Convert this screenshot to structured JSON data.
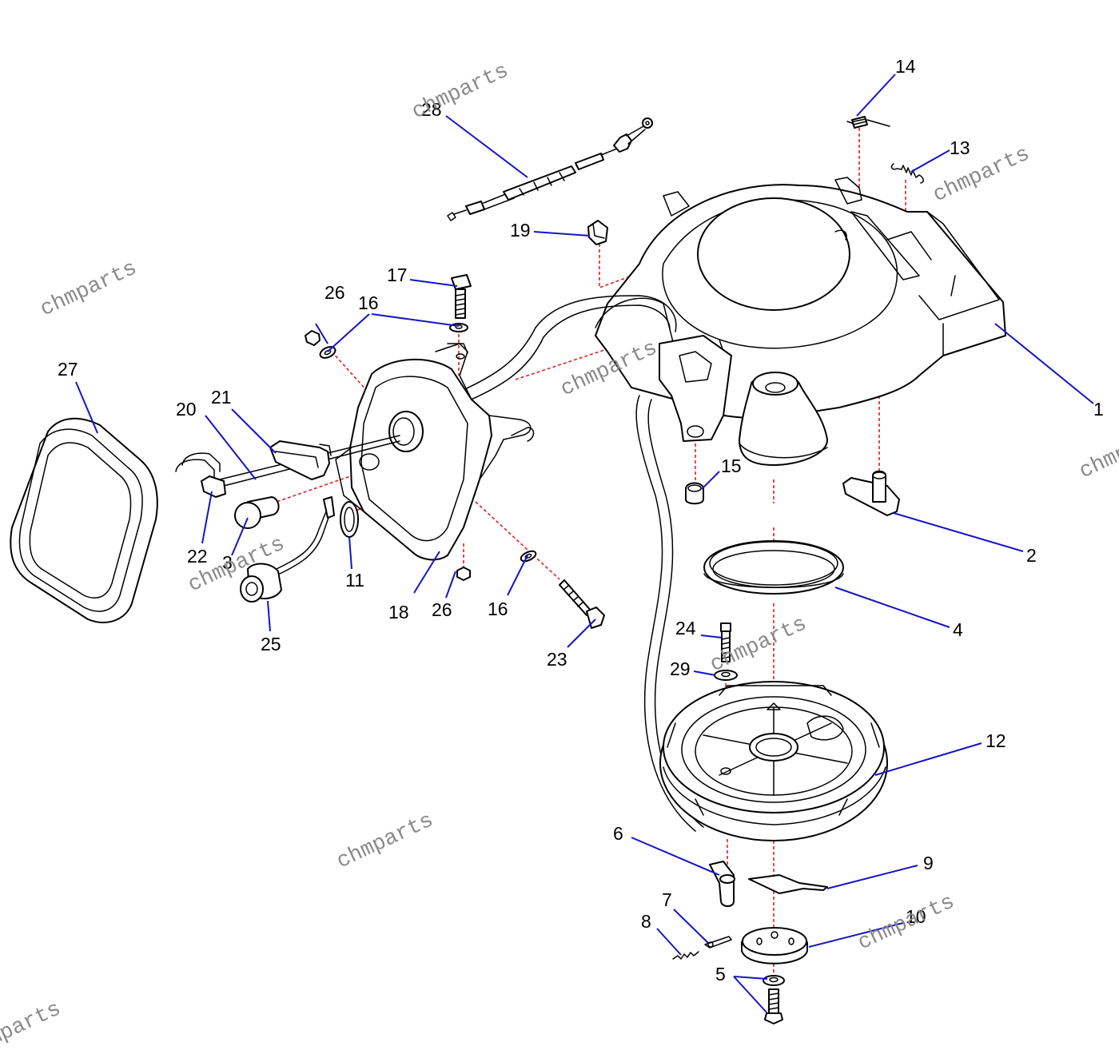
{
  "callouts": [
    {
      "id": "c1",
      "label": "1"
    },
    {
      "id": "c2",
      "label": "2"
    },
    {
      "id": "c3",
      "label": "3"
    },
    {
      "id": "c4",
      "label": "4"
    },
    {
      "id": "c5",
      "label": "5"
    },
    {
      "id": "c6",
      "label": "6"
    },
    {
      "id": "c7",
      "label": "7"
    },
    {
      "id": "c8",
      "label": "8"
    },
    {
      "id": "c9",
      "label": "9"
    },
    {
      "id": "c10",
      "label": "10"
    },
    {
      "id": "c11",
      "label": "11"
    },
    {
      "id": "c12",
      "label": "12"
    },
    {
      "id": "c13",
      "label": "13"
    },
    {
      "id": "c14",
      "label": "14"
    },
    {
      "id": "c15",
      "label": "15"
    },
    {
      "id": "c16a",
      "label": "16"
    },
    {
      "id": "c16b",
      "label": "16"
    },
    {
      "id": "c17",
      "label": "17"
    },
    {
      "id": "c18",
      "label": "18"
    },
    {
      "id": "c19",
      "label": "19"
    },
    {
      "id": "c20",
      "label": "20"
    },
    {
      "id": "c21",
      "label": "21"
    },
    {
      "id": "c22",
      "label": "22"
    },
    {
      "id": "c23",
      "label": "23"
    },
    {
      "id": "c24",
      "label": "24"
    },
    {
      "id": "c25",
      "label": "25"
    },
    {
      "id": "c26a",
      "label": "26"
    },
    {
      "id": "c26b",
      "label": "26"
    },
    {
      "id": "c27",
      "label": "27"
    },
    {
      "id": "c28",
      "label": "28"
    },
    {
      "id": "c29",
      "label": "29"
    }
  ],
  "watermark": "chmparts",
  "colors": {
    "leader": "#1414c8",
    "guide": "#e02020",
    "line": "#000000",
    "watermark": "#8a8a8a"
  }
}
